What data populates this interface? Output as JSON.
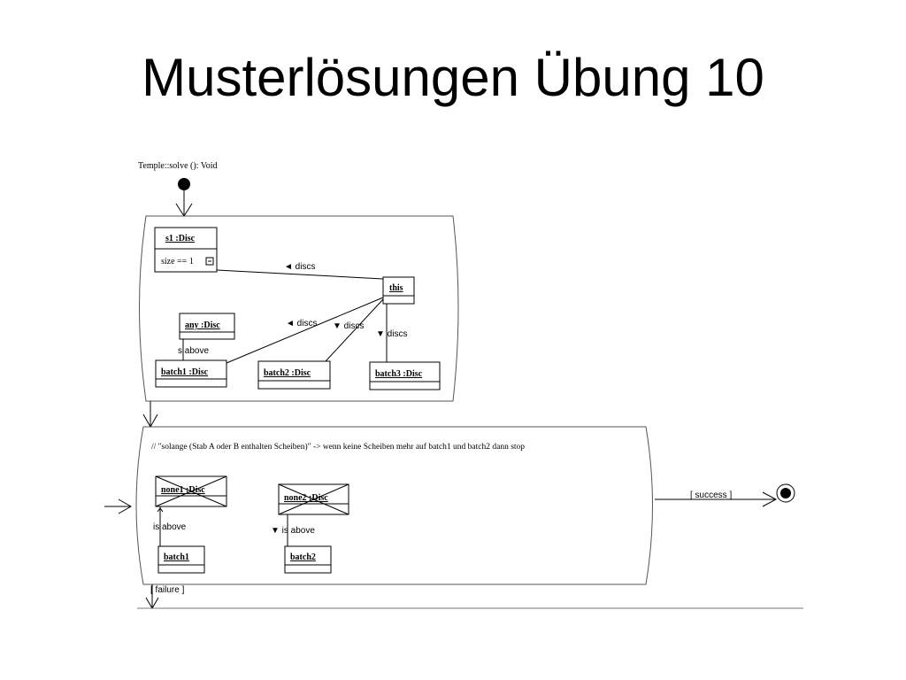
{
  "slide": {
    "title": "Musterlösungen Übung 10"
  },
  "diagram": {
    "header": "Temple::solve (): Void",
    "story1": {
      "objects": {
        "s1": {
          "name": "s1 :Disc",
          "attr": "size == 1"
        },
        "this": {
          "name": "this"
        },
        "any": {
          "name": "any :Disc"
        },
        "batch1": {
          "name": "batch1 :Disc"
        },
        "batch2": {
          "name": "batch2 :Disc"
        },
        "batch3": {
          "name": "batch3 :Disc"
        }
      },
      "links": {
        "this_s1": "◄ discs",
        "this_batch1": "◄ discs",
        "this_batch2": "▼ discs",
        "this_batch3": "▼ discs",
        "any_batch1": "s above"
      }
    },
    "story2": {
      "comment": "// \"solange (Stab A oder B enthalten Scheiben)\" -> wenn keine Scheiben mehr auf batch1 und batch2 dann stop",
      "objects": {
        "none1": {
          "name": "none1 :Disc"
        },
        "none2": {
          "name": "none2 :Disc"
        },
        "batch1": {
          "name": "batch1"
        },
        "batch2": {
          "name": "batch2"
        }
      },
      "links": {
        "none1_batch1": "is above",
        "none2_batch2": "▼ is above"
      }
    },
    "guards": {
      "success": "[ success ]",
      "failure": "[ failure ]"
    }
  }
}
